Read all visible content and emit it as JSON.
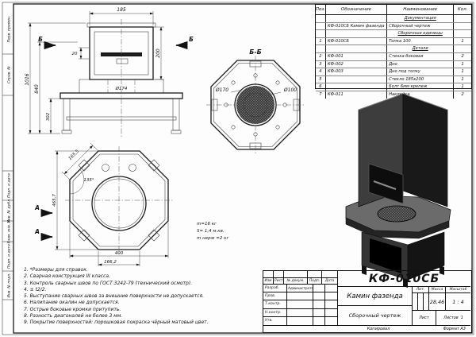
{
  "sheet": {
    "copied_label": "Копировал",
    "format_label": "Формат А3"
  },
  "left_margin": {
    "labels": [
      "Перв. примен.",
      "Справ. №",
      "Подп. и дата",
      "Инв. № дубл.",
      "Взам. инв. №",
      "Подп. и дата",
      "Инв. № подл."
    ]
  },
  "parts_table": {
    "headers": [
      "Поз.",
      "Обозначение",
      "Наименование",
      "Кол."
    ],
    "rows": [
      {
        "pos": "",
        "code": "",
        "name": "Документация",
        "qty": ""
      },
      {
        "pos": "",
        "code": "КФ-010СБ Камин фазенда",
        "name": "Сборочный чертеж",
        "qty": ""
      },
      {
        "pos": "",
        "code": "",
        "name": "Сборочные единицы",
        "qty": ""
      },
      {
        "pos": "1",
        "code": "КФ-010СБ",
        "name": "Топка 100",
        "qty": "1"
      },
      {
        "pos": "",
        "code": "",
        "name": "Детали",
        "qty": ""
      },
      {
        "pos": "2",
        "code": "КФ-001",
        "name": "Стенка боковая",
        "qty": "2"
      },
      {
        "pos": "3",
        "code": "КФ-002",
        "name": "Дно",
        "qty": "1"
      },
      {
        "pos": "4",
        "code": "КФ-003",
        "name": "Дно под топку",
        "qty": "1"
      },
      {
        "pos": "5",
        "code": "",
        "name": "Стекло 185х200",
        "qty": "1"
      },
      {
        "pos": "6",
        "code": "",
        "name": "Болт 6мм крепеж",
        "qty": "1"
      },
      {
        "pos": "7",
        "code": "КФ-011",
        "name": "Наклейка",
        "qty": "2"
      }
    ]
  },
  "title_block": {
    "drawing_number": "КФ-010СБ",
    "product_name": "Камин фазенда",
    "doc_type": "Сборочный чертеж",
    "header_cells": [
      "Изм",
      "Лист",
      "№ докум.",
      "Подп.",
      "Дата"
    ],
    "roles": [
      {
        "label": "Разраб.",
        "value": "Администратор"
      },
      {
        "label": "Пров.",
        "value": ""
      },
      {
        "label": "Т.контр.",
        "value": ""
      },
      {
        "label": "Н.контр.",
        "value": ""
      },
      {
        "label": "Утв.",
        "value": ""
      }
    ],
    "lit_label": "Лит.",
    "mass_label": "Масса",
    "scale_label": "Масштаб",
    "mass_value": "28,46",
    "scale_value": "1 : 4",
    "sheet_label": "Лист",
    "sheets_label": "Листов",
    "sheets_value": "1"
  },
  "notes": [
    "1.  *Размеры для справок.",
    "2.  Сварная конструкция III класса.",
    "3.  Контроль сварных швов по ГОСТ 3242-79 (технический осмотр).",
    "4.  ± t2/2.",
    "5.  Выступание сварных швов за внешние поверхности не допускается.",
    "6.  Налипание окалин не допускается.",
    "7.  Острые боковые кромки притупить.",
    "8.  Разность диагоналей не более 3 мм.",
    "9.  Покрытие поверхностей: порошковая покраска чёрный матовый цвет."
  ],
  "views": {
    "front": {
      "dim_185": "185",
      "dim_200": "200",
      "dim_1016": "1016",
      "dim_840": "840",
      "dim_302": "302",
      "dim_20": "20",
      "dim_d174": "Ø174",
      "section_letter": "Б"
    },
    "section_bb": {
      "label": "Б-Б",
      "dim_d170": "Ø170",
      "dim_d100": "Ø100"
    },
    "top": {
      "dim_165_5": "165,5",
      "dim_135": "135°",
      "dim_465_7": "465,7",
      "dim_400": "400",
      "dim_166_2": "166,2",
      "section_letter": "А"
    },
    "mass_notes": [
      "m=16 кг",
      "S= 1,4 м.кв.",
      "m нерж =2 кг"
    ]
  }
}
